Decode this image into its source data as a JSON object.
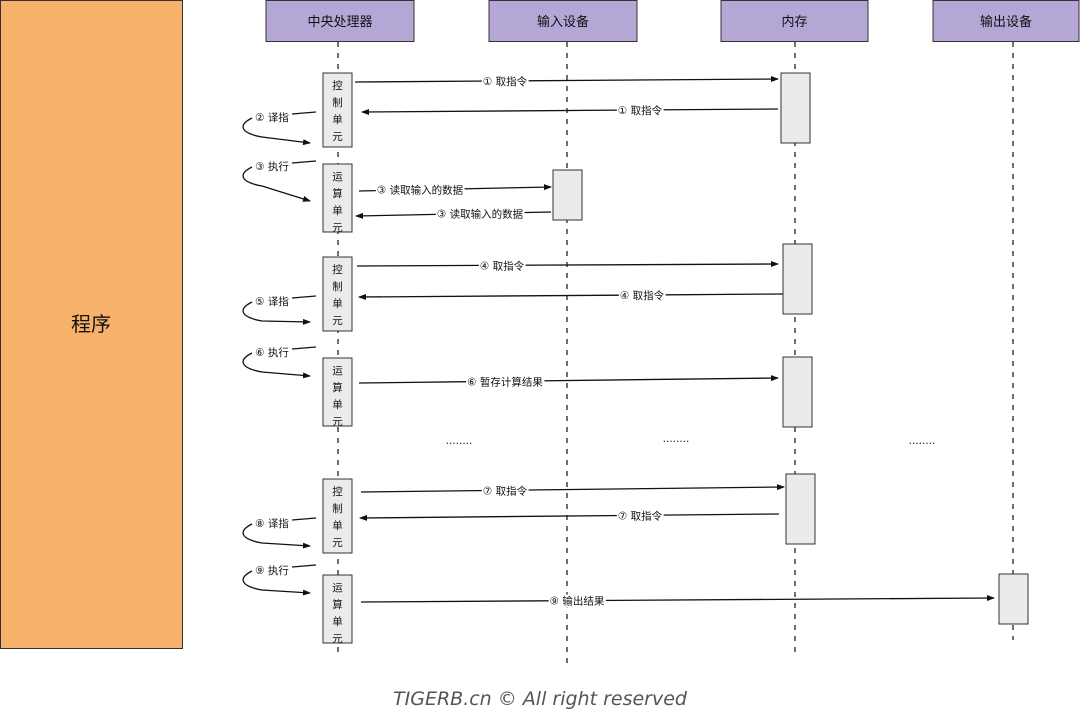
{
  "program": {
    "label": "程序",
    "color": "#f6b26b"
  },
  "participants": [
    {
      "id": "cpu",
      "label": "中央处理器"
    },
    {
      "id": "input",
      "label": "输入设备"
    },
    {
      "id": "memory",
      "label": "内存"
    },
    {
      "id": "output",
      "label": "输出设备"
    }
  ],
  "colors": {
    "participant_fill": "#b4a7d6",
    "activation_fill": "#ebebeb",
    "program_fill": "#f6b26b"
  },
  "activations": [
    {
      "on": "cpu",
      "label": "控制单元"
    },
    {
      "on": "cpu",
      "label": "运算单元"
    },
    {
      "on": "cpu",
      "label": "控制单元"
    },
    {
      "on": "cpu",
      "label": "运算单元"
    },
    {
      "on": "cpu",
      "label": "控制单元"
    },
    {
      "on": "cpu",
      "label": "运算单元"
    },
    {
      "on": "memory",
      "label": ""
    },
    {
      "on": "input",
      "label": ""
    },
    {
      "on": "memory",
      "label": ""
    },
    {
      "on": "memory",
      "label": ""
    },
    {
      "on": "memory",
      "label": ""
    },
    {
      "on": "output",
      "label": ""
    }
  ],
  "messages": [
    {
      "from": "cpu",
      "to": "memory",
      "label": "① 取指令"
    },
    {
      "from": "memory",
      "to": "cpu",
      "label": "① 取指令"
    },
    {
      "from": "cpu",
      "to": "input",
      "label": "③ 读取输入的数据"
    },
    {
      "from": "input",
      "to": "cpu",
      "label": "③ 读取输入的数据"
    },
    {
      "from": "cpu",
      "to": "memory",
      "label": "④ 取指令"
    },
    {
      "from": "memory",
      "to": "cpu",
      "label": "④ 取指令"
    },
    {
      "from": "cpu",
      "to": "memory",
      "label": "⑥ 暂存计算结果"
    },
    {
      "from": "cpu",
      "to": "memory",
      "label": "⑦ 取指令"
    },
    {
      "from": "memory",
      "to": "cpu",
      "label": "⑦ 取指令"
    },
    {
      "from": "cpu",
      "to": "output",
      "label": "⑨ 输出结果"
    }
  ],
  "self_messages": [
    {
      "label": "② 译指"
    },
    {
      "label": "③ 执行"
    },
    {
      "label": "⑤ 译指"
    },
    {
      "label": "⑥ 执行"
    },
    {
      "label": "⑧ 译指"
    },
    {
      "label": "⑨ 执行"
    }
  ],
  "ellipsis": [
    "........",
    "........",
    "........"
  ],
  "footer": "TIGERB.cn © All right reserved"
}
